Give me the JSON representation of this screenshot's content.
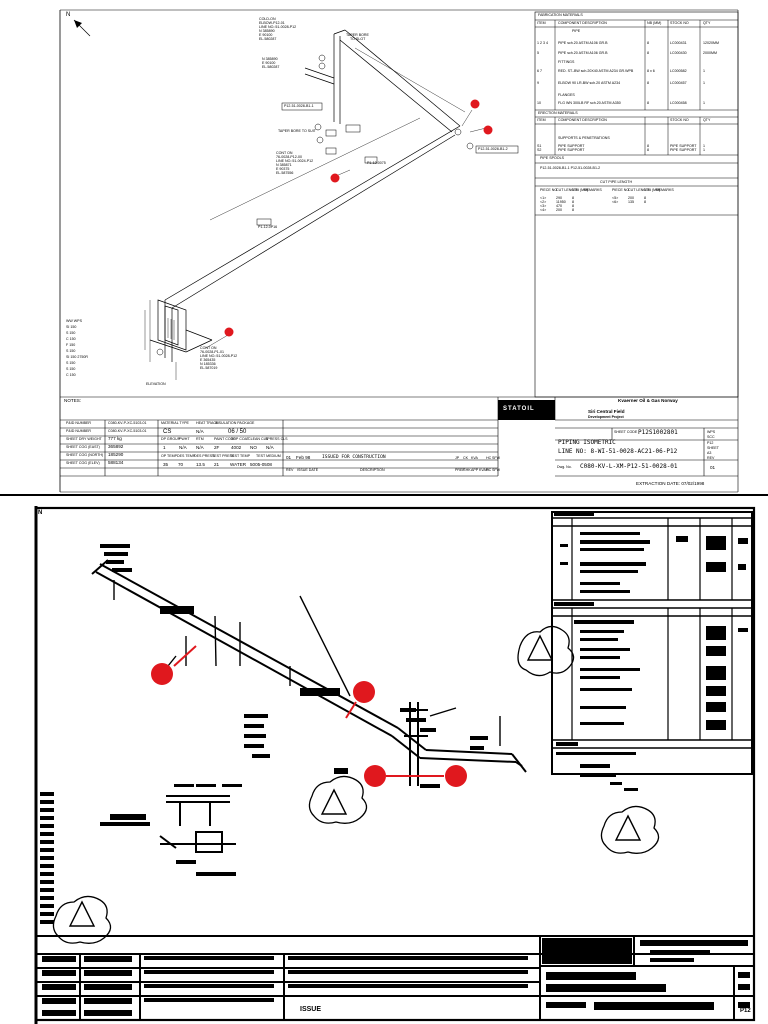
{
  "top": {
    "north": "N",
    "callouts": {
      "c1": "COLD-ON",
      "c2": "ELBOW-P12-01",
      "c3": "LINE NO.:51-0028-P12",
      "c4": "N 385890",
      "c5": "E 90100",
      "c6": "EL.580287",
      "taper1": "TAPER BORE TO SUIT",
      "taper2": "TAPER BORE",
      "taper2b": "TO SLOT",
      "lbl1": "P12-51-0028-B1-1",
      "lbl2": "P12-51-0028-B1-2",
      "lbl3": "P12-51-0028-B1-3",
      "cont1": "CONT ON",
      "cont2": "76-0028-P12-00",
      "cont3": "LINE NO.:51-0024-P12",
      "cont4": "N 385871",
      "cont5": "E 90375",
      "cont6": "EL.587556",
      "elev": "ELEVATION",
      "pipe1": "P1-12-0P16",
      "pipe2": "P1-12-0075",
      "bcont1": "CONT ON",
      "bcont2": "76-0028-P1-01",
      "bcont3": "LINE NO.:51-0028-P12",
      "bcont4": "E 365435",
      "bcont5": "N 185336",
      "bcont6": "EL.587019",
      "ws": [
        "WW WPS",
        "SI 150",
        "S 150",
        "C 150",
        "F 150",
        "S 150",
        "SI 150 2750R",
        "S 150",
        "S 150",
        "C 150"
      ]
    },
    "bom": {
      "h_fab": "FABRICATION MATERIALS",
      "cols": [
        "ITEM",
        "COMPONENT DESCRIPTION",
        "NB (MM)",
        "STOCK NO",
        "QTY"
      ],
      "pipe": "PIPE",
      "rows": [
        {
          "item": "1 2 3 4",
          "desc": "PIPE sch.20 ASTM A106 GR.B",
          "nb": "8",
          "stock": "LC000431",
          "qty": "12020MM"
        },
        {
          "item": "5",
          "desc": "PIPE sch.20 ASTM A106 GR.B",
          "nb": "8",
          "stock": "LC000430",
          "qty": "2000MM"
        }
      ],
      "fittings": "FITTINGS",
      "rows2": [
        {
          "item": "6 7",
          "desc": "RED. ST.-BW sch.20X40 ASTM A234 GR.WPB",
          "nb": "8 x 6",
          "stock": "LC000582",
          "qty": "1"
        },
        {
          "item": "9",
          "desc": "ELBOW 90 LR-BW sch.20 ASTM A234",
          "nb": "8",
          "stock": "LC000457",
          "qty": "1"
        }
      ],
      "flanges": "FLANGES",
      "rows3": [
        {
          "item": "10",
          "desc": "FLG WN 300LB RF sch.20 ASTM A350",
          "nb": "8",
          "stock": "LC000458",
          "qty": "1"
        }
      ],
      "h_erec": "ERECTION MATERIALS",
      "supports": "SUPPORTS & PENETRATIONS",
      "rows4": [
        {
          "item": "S1",
          "desc": "PIPE SUPPORT",
          "nb": "8",
          "stock": "PIPE SUPPORT",
          "qty": "1"
        },
        {
          "item": "S2",
          "desc": "PIPE SUPPORT",
          "nb": "8",
          "stock": "PIPE SUPPORT",
          "qty": "1"
        }
      ],
      "spools": "PIPE SPOOLS",
      "spool1": "P12-51-0028-B1-1 P12-51-0028-B1-2",
      "cutlen": "CUT PIPE LENGTH",
      "cut_cols": [
        "PIECE NO",
        "CUT LENGTH",
        "N.S. (MM)",
        "REMARKS"
      ],
      "cuts": [
        {
          "no": "<1>",
          "len": "290",
          "ns": "8"
        },
        {
          "no": "<2>",
          "len": "11950",
          "ns": "8"
        },
        {
          "no": "<3>",
          "len": "470",
          "ns": "8"
        },
        {
          "no": "<4>",
          "len": "200",
          "ns": "8"
        }
      ],
      "cuts2": [
        {
          "no": "<5>",
          "len": "200",
          "ns": "8"
        },
        {
          "no": "<6>",
          "len": "135",
          "ns": "8"
        }
      ]
    },
    "notes": "NOTES:",
    "company": "Kvaerner Oil & Gas Norway",
    "logo": "STATOIL",
    "project1": "Siri Central Field",
    "project2": "Development Project",
    "sheet_code_lbl": "SHEET CODE",
    "sheet_code": "P12S1002801",
    "iso_title": "PIPING ISOMETRIC",
    "line_no": "LINE NO:   8-WI-51-0028-AC21-06-P12",
    "dwg_lbl": "Dwg. No.",
    "dwg_no": "C080-KV-L-XM-P12-51-0028-01",
    "rev": "01",
    "extraction": "EXTRACTION DATE: 07/02/1998",
    "tb": {
      "r1l": "P&ID NUMBER",
      "r1v": "C080-KV-P-XC-5103-01",
      "r2l": "P&ID NUMBER",
      "r2v": "C080-KV-P-XC-5103-01",
      "r3l": "SHEET DRY WEIGHT",
      "r3v": "777 kg",
      "r4l": "SHEET COG (EAST)",
      "r4v": "365892",
      "r5l": "SHEET COG (NORTH)",
      "r5v": "185290",
      "r6l": "SHEET COG (ELEV)",
      "r6v": "588134",
      "mat_h": [
        "MATERIAL TYPE",
        "HEAT TRACE",
        "INSULATION PACKAGE"
      ],
      "mat_v": [
        "CS",
        "N/A",
        "06 / 50"
      ],
      "p_h": [
        "DP GROUP",
        "PWHT",
        "RTM",
        "PAINT CODE",
        "TOP COAT",
        "CLEAN CLS",
        "SPRESS CLS"
      ],
      "p_v": [
        "1",
        "N/A",
        "N/A",
        "2F",
        "4002",
        "NO",
        "N/A"
      ],
      "d_h": [
        "OP TEMP",
        "DES TEMP",
        "DES PRESS",
        "TEST PRESS",
        "TEST TEMP",
        "TEST MEDIUM"
      ],
      "d_v": [
        "35",
        "70",
        "13.5",
        "21",
        "WATER",
        "5005-0508"
      ],
      "rev_h": [
        "REV",
        "ISSUE DATE",
        "DESCRIPTION"
      ],
      "rev_v": [
        "01",
        "Feb 98",
        "ISSUED FOR CONSTRUCTION"
      ],
      "sig": [
        "PREP",
        "CHK",
        "APP",
        "KVAR",
        "HC",
        "SFW"
      ],
      "sig_v": [
        "JP",
        "CK",
        "KVA",
        "",
        "HC",
        "SFW"
      ]
    },
    "side_lbls": [
      "WPS",
      "SCC",
      "P12",
      "SHEET",
      "A3",
      "REV",
      "01"
    ]
  },
  "bottom": {
    "ref1": "ISSUE",
    "ref2": "P12"
  },
  "colors": {
    "marker": "#e0181e",
    "line": "#000000"
  }
}
